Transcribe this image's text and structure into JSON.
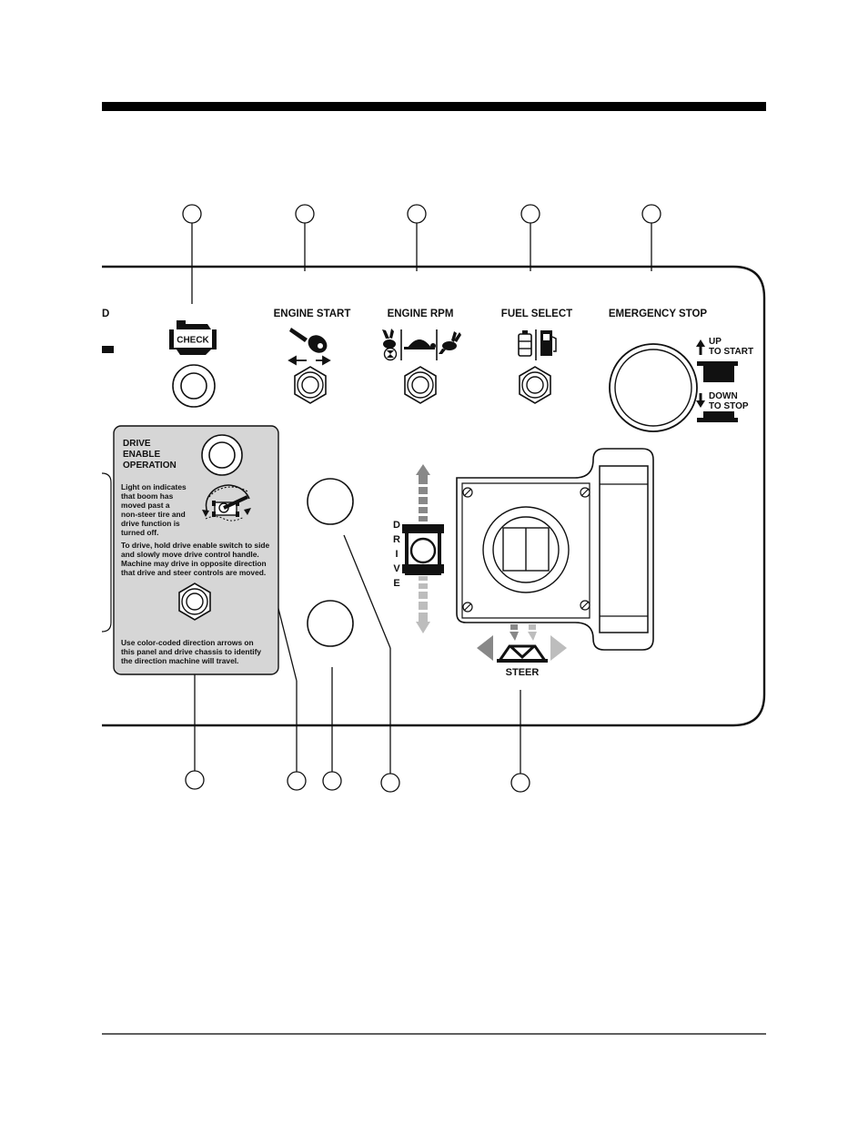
{
  "panel": {
    "labels": {
      "cut_d": "D",
      "check": "CHECK",
      "engine_start": "ENGINE  START",
      "engine_rpm": "ENGINE  RPM",
      "fuel_select": "FUEL  SELECT",
      "emergency_stop": "EMERGENCY  STOP",
      "up": "UP",
      "to_start": "TO START",
      "down": "DOWN",
      "to_stop": "TO STOP",
      "steer": "STEER",
      "drive_letters": [
        "D",
        "R",
        "I",
        "V",
        "E"
      ]
    },
    "drive_enable": {
      "title_lines": [
        "DRIVE",
        "ENABLE",
        "OPERATION"
      ],
      "para1": [
        "Light on indicates",
        "that boom has",
        "moved past a",
        "non-steer tire and",
        "drive function is",
        "turned off."
      ],
      "para2": [
        "To drive, hold drive enable switch to side",
        "and slowly move drive control handle.",
        "Machine may drive in opposite direction",
        "that drive and steer controls are moved."
      ],
      "para3": [
        "Use color-coded direction arrows on",
        "this panel and drive chassis to identify",
        "the direction machine will travel."
      ]
    },
    "icons": [
      "check-engine-icon",
      "key-icon",
      "rabbit-icon",
      "turtle-icon",
      "battery-icon",
      "fuel-pump-icon",
      "drive-chassis-icon",
      "steer-arrows-icon"
    ],
    "colors": {
      "decal_fill": "#d6d6d6",
      "arrow_dark": "#888888",
      "arrow_light": "#bdbdbd"
    }
  }
}
